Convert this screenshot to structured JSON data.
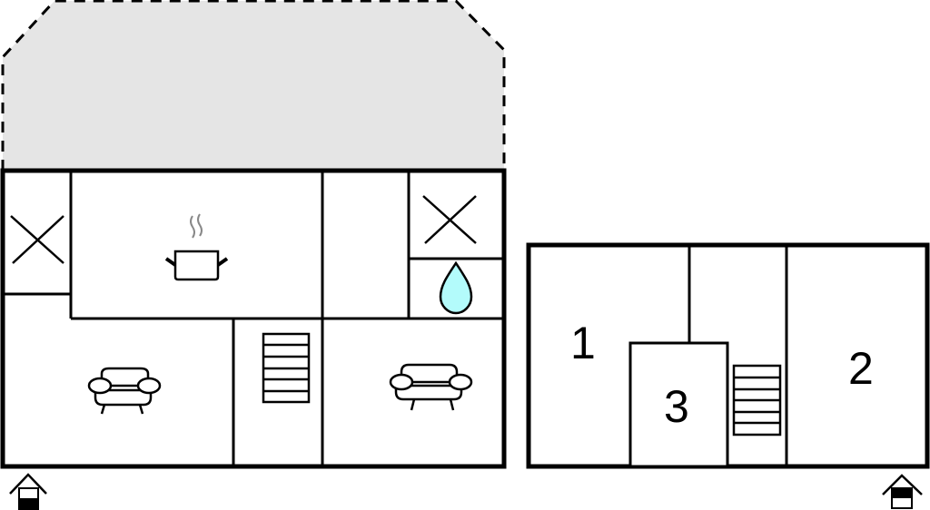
{
  "diagram": {
    "type": "floor-plan",
    "ground_floor": {
      "rooms": [
        "bathroom-x",
        "kitchen",
        "hall",
        "bathroom-x-2",
        "utility-water",
        "living-room-left",
        "stairs",
        "living-room-right"
      ],
      "extension_area": "terrace (dashed, gray)"
    },
    "upper_floor": {
      "labels": {
        "room1": "1",
        "room2": "2",
        "room3": "3"
      }
    },
    "colors": {
      "wall": "#000000",
      "terrace_fill": "#e5e5e5",
      "water_drop": "#b3fbfb",
      "steam": "#888888"
    },
    "icons": [
      "entrance-icon",
      "entrance-icon",
      "cooking-pot-icon",
      "water-drop-icon",
      "sofa-icon",
      "sofa-icon",
      "stairs-icon",
      "stairs-icon"
    ]
  }
}
